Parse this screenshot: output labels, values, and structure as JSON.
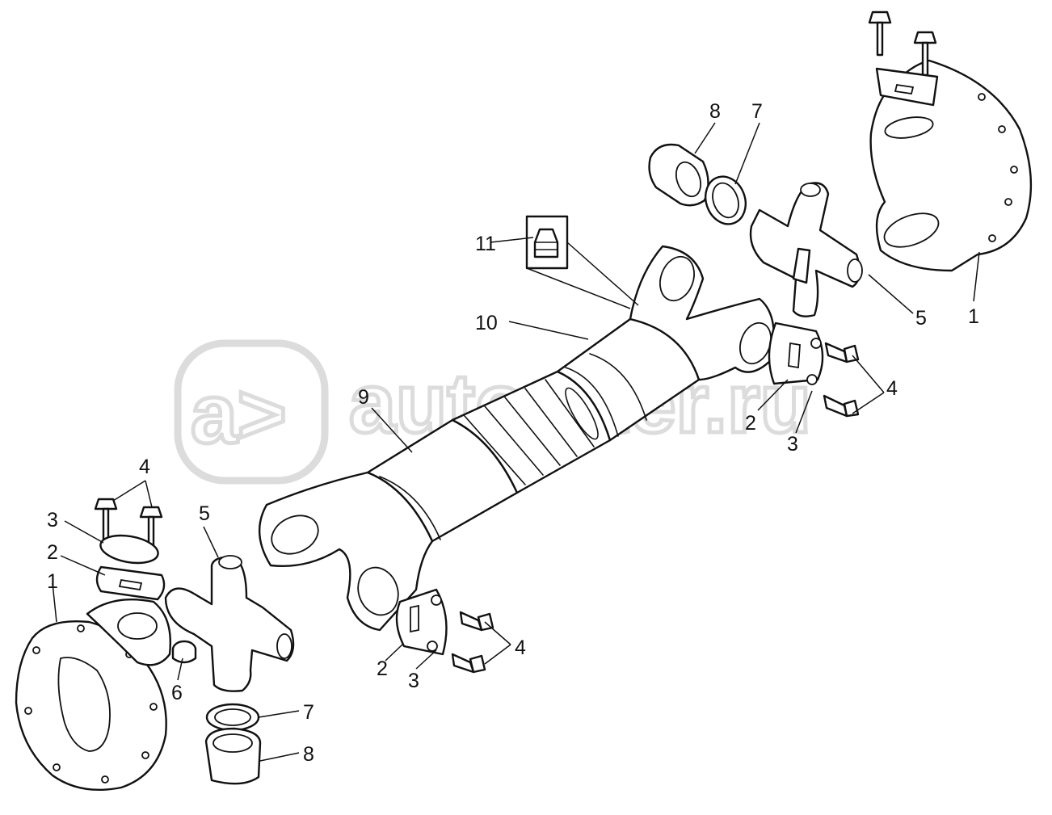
{
  "watermark": {
    "logo_text": "a>",
    "site_text": "autopiter.ru"
  },
  "callouts": [
    {
      "label": "1"
    },
    {
      "label": "1"
    },
    {
      "label": "2"
    },
    {
      "label": "2"
    },
    {
      "label": "2"
    },
    {
      "label": "3"
    },
    {
      "label": "3"
    },
    {
      "label": "3"
    },
    {
      "label": "4"
    },
    {
      "label": "4"
    },
    {
      "label": "4"
    },
    {
      "label": "5"
    },
    {
      "label": "5"
    },
    {
      "label": "6"
    },
    {
      "label": "7"
    },
    {
      "label": "7"
    },
    {
      "label": "8"
    },
    {
      "label": "8"
    },
    {
      "label": "9"
    },
    {
      "label": "10"
    },
    {
      "label": "11"
    }
  ]
}
